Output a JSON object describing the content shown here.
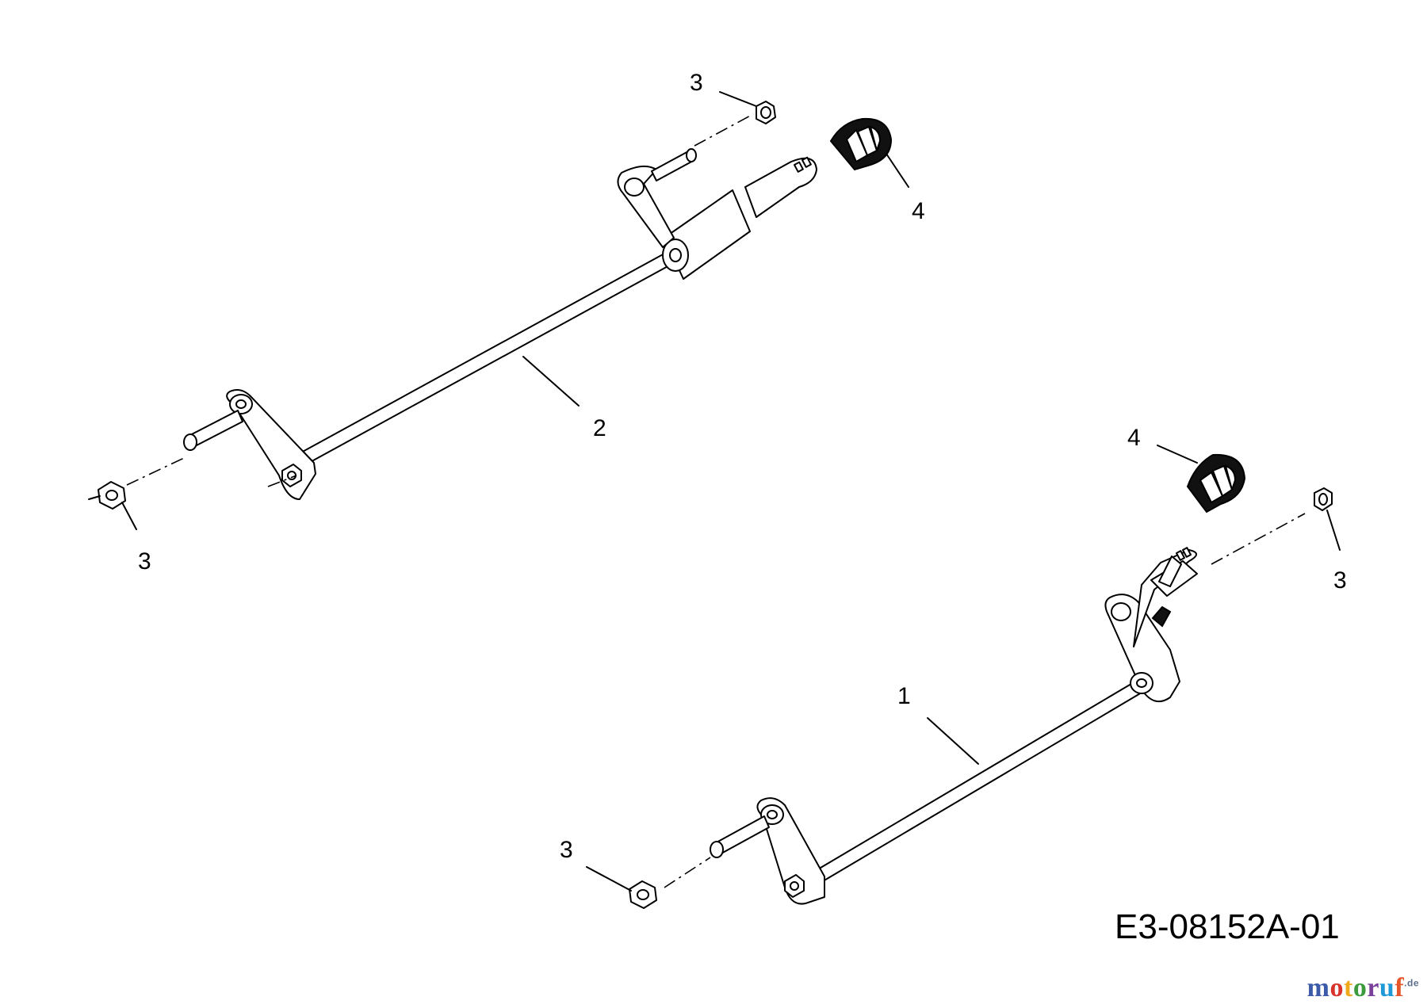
{
  "callouts": [
    {
      "id": "c1",
      "label": "1"
    },
    {
      "id": "c2",
      "label": "2"
    },
    {
      "id": "c3a",
      "label": "3"
    },
    {
      "id": "c3b",
      "label": "3"
    },
    {
      "id": "c3c",
      "label": "3"
    },
    {
      "id": "c3d",
      "label": "3"
    },
    {
      "id": "c4a",
      "label": "4"
    },
    {
      "id": "c4b",
      "label": "4"
    }
  ],
  "drawing_id": "E3-08152A-01",
  "watermark": {
    "letters": [
      "m",
      "o",
      "t",
      "o",
      "r",
      "u",
      "f"
    ],
    "colors": [
      "#3b5aa8",
      "#d8322b",
      "#f0a81c",
      "#3a9b3c",
      "#7a3f98",
      "#1f9ad6",
      "#e5572b"
    ],
    "suffix": ".de"
  },
  "parts": [
    {
      "name": "axle-upper",
      "callout": "2"
    },
    {
      "name": "axle-lower",
      "callout": "1"
    },
    {
      "name": "hex-nut",
      "callout": "3"
    },
    {
      "name": "knob-cap",
      "callout": "4"
    }
  ]
}
